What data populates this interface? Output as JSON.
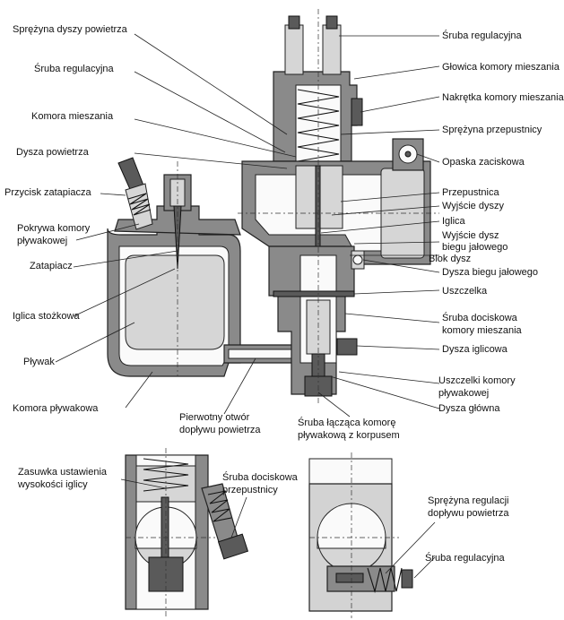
{
  "labels": {
    "sprezyna_dyszy_powietrza": "Sprężyna dyszy powietrza",
    "sruba_regulacyjna_left": "Śruba regulacyjna",
    "komora_mieszania": "Komora mieszania",
    "dysza_powietrza": "Dysza powietrza",
    "przycisk_zatapiacza": "Przycisk zatapiacza",
    "pokrywa_komory_1": "Pokrywa komory",
    "pokrywa_komory_2": "pływakowej",
    "zatapiacz": "Zatapiacz",
    "iglica_stozkowa": "Iglica stożkowa",
    "plywak": "Pływak",
    "komora_plywakowa": "Komora pływakowa",
    "sruba_regulacyjna_top": "Śruba regulacyjna",
    "glowica_komory": "Głowica komory mieszania",
    "nakretka_komory": "Nakrętka komory mieszania",
    "sprezyna_przepustnicy": "Sprężyna przepustnicy",
    "opaska_zaciskowa": "Opaska zaciskowa",
    "przepustnica": "Przepustnica",
    "wyjscie_dyszy": "Wyjście dyszy",
    "iglica": "Iglica",
    "wyjscie_dysz_1": "Wyjście dysz",
    "wyjscie_dysz_2": "biegu jałowego",
    "blok_dysz": "Blok dysz",
    "dysza_biegu_jalowego": "Dysza biegu jałowego",
    "uszczelka": "Uszczelka",
    "sruba_dociskowa_komory_1": "Śruba dociskowa",
    "sruba_dociskowa_komory_2": "komory mieszania",
    "dysza_iglicowa": "Dysza iglicowa",
    "uszczelki_komory_1": "Uszczelki komory",
    "uszczelki_komory_2": "pływakowej",
    "dysza_glowna": "Dysza główna",
    "pierwotny_otwor_1": "Pierwotny otwór",
    "pierwotny_otwor_2": "dopływu powietrza",
    "sruba_laczaca_1": "Śruba łącząca komorę",
    "sruba_laczaca_2": "pływakową z korpusem",
    "zasuwka_1": "Zasuwka ustawienia",
    "zasuwka_2": "wysokości iglicy",
    "sruba_dociskowa_przep_1": "Śruba dociskowa",
    "sruba_dociskowa_przep_2": "przepustnicy",
    "sprezyna_regulacji_1": "Sprężyna regulacji",
    "sprezyna_regulacji_2": "dopływu powietrza",
    "sruba_regulacyjna_bottom": "Śruba regulacyjna"
  }
}
